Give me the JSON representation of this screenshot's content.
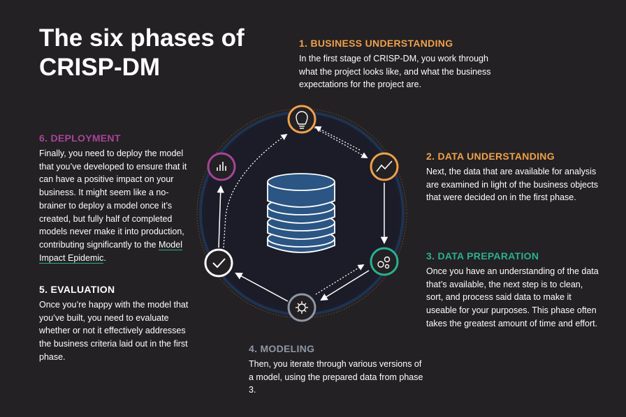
{
  "title": "The six phases of CRISP-DM",
  "colors": {
    "background": "#232123",
    "business": "#f0a04b",
    "data_understanding": "#f0a04b",
    "preparation": "#2ab08f",
    "modeling": "#8e97a5",
    "evaluation": "#ffffff",
    "deployment": "#a8439a",
    "ring": "#1e3350",
    "database": "#2b5583"
  },
  "phases": [
    {
      "heading": "1. BUSINESS UNDERSTANDING",
      "text": "In the first stage of CRISP-DM, you work through what the project looks like, and what the business expectations for the project are.",
      "icon": "lightbulb-icon"
    },
    {
      "heading": "2. DATA UNDERSTANDING",
      "text": "Next, the data that are available for analysis are examined in light of the business objects that were decided on in the first phase.",
      "icon": "line-chart-icon"
    },
    {
      "heading": "3. DATA PREPARATION",
      "text": "Once you have an understanding of the data that’s available, the next step is to clean, sort, and process said data to make it useable for your purposes. This phase often takes the greatest amount of time and effort.",
      "icon": "gears-icon"
    },
    {
      "heading": "4. MODELING",
      "text": "Then, you iterate through various versions of a model, using the prepared data from phase 3.",
      "icon": "gear-icon"
    },
    {
      "heading": "5. EVALUATION",
      "text": "Once you’re happy with the model that you’ve built, you need to evaluate whether or not it effectively addresses the business criteria laid out in the first phase.",
      "icon": "checkmark-icon"
    },
    {
      "heading": "6. DEPLOYMENT",
      "text_before": "Finally, you need to deploy the model that you’ve developed to ensure that it can have a positive impact on your business. It might seem like a no-brainer to deploy a model once it’s created, but fully half of completed models never make it into production, contributing significantly to the ",
      "link": "Model Impact Epidemic",
      "text_after": ".",
      "icon": "bar-chart-icon"
    }
  ]
}
